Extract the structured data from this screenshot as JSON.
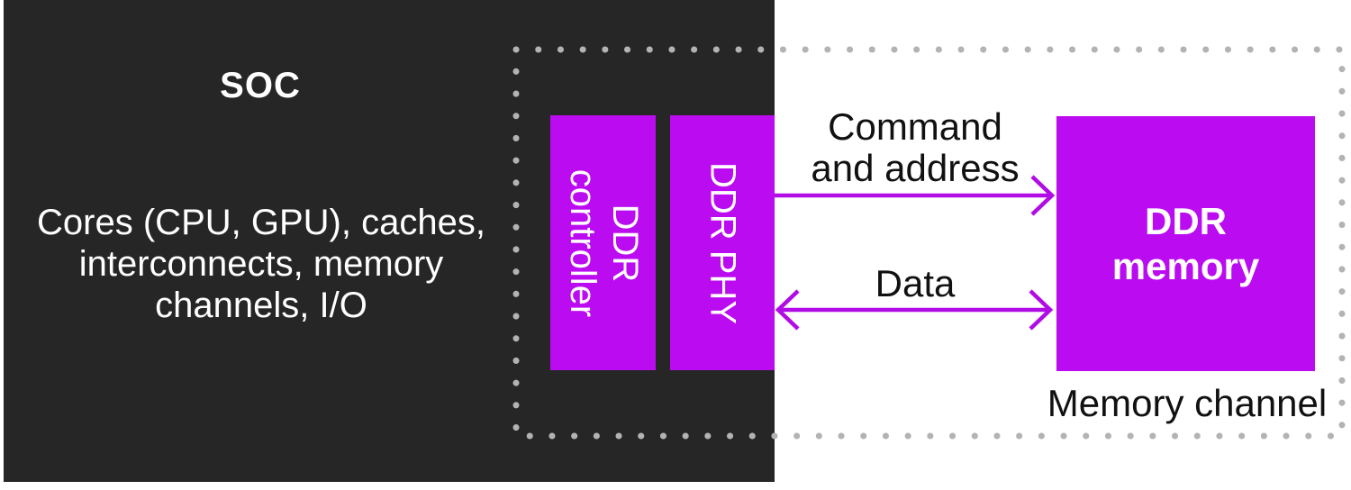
{
  "colors": {
    "page_background": "#ffffff",
    "soc_background": "#262626",
    "block_magenta": "#bb0bf0",
    "arrow_magenta": "#b10ce6",
    "dotted_border": "#b3b3b3",
    "dark_text": "#111111",
    "light_text": "#ffffff"
  },
  "soc": {
    "title": "SOC",
    "description_lines": [
      "Cores (CPU, GPU), caches,",
      "interconnects, memory",
      "channels, I/O"
    ]
  },
  "blocks": {
    "ddr_controller": {
      "line1": "DDR",
      "line2": "controller"
    },
    "ddr_phy": {
      "label": "DDR PHY"
    },
    "ddr_memory": {
      "line1": "DDR",
      "line2": "memory"
    }
  },
  "memory_channel": {
    "label": "Memory channel",
    "command_address": {
      "line1": "Command",
      "line2": "and address",
      "direction": "unidirectional-right"
    },
    "data": {
      "label": "Data",
      "direction": "bidirectional"
    }
  }
}
